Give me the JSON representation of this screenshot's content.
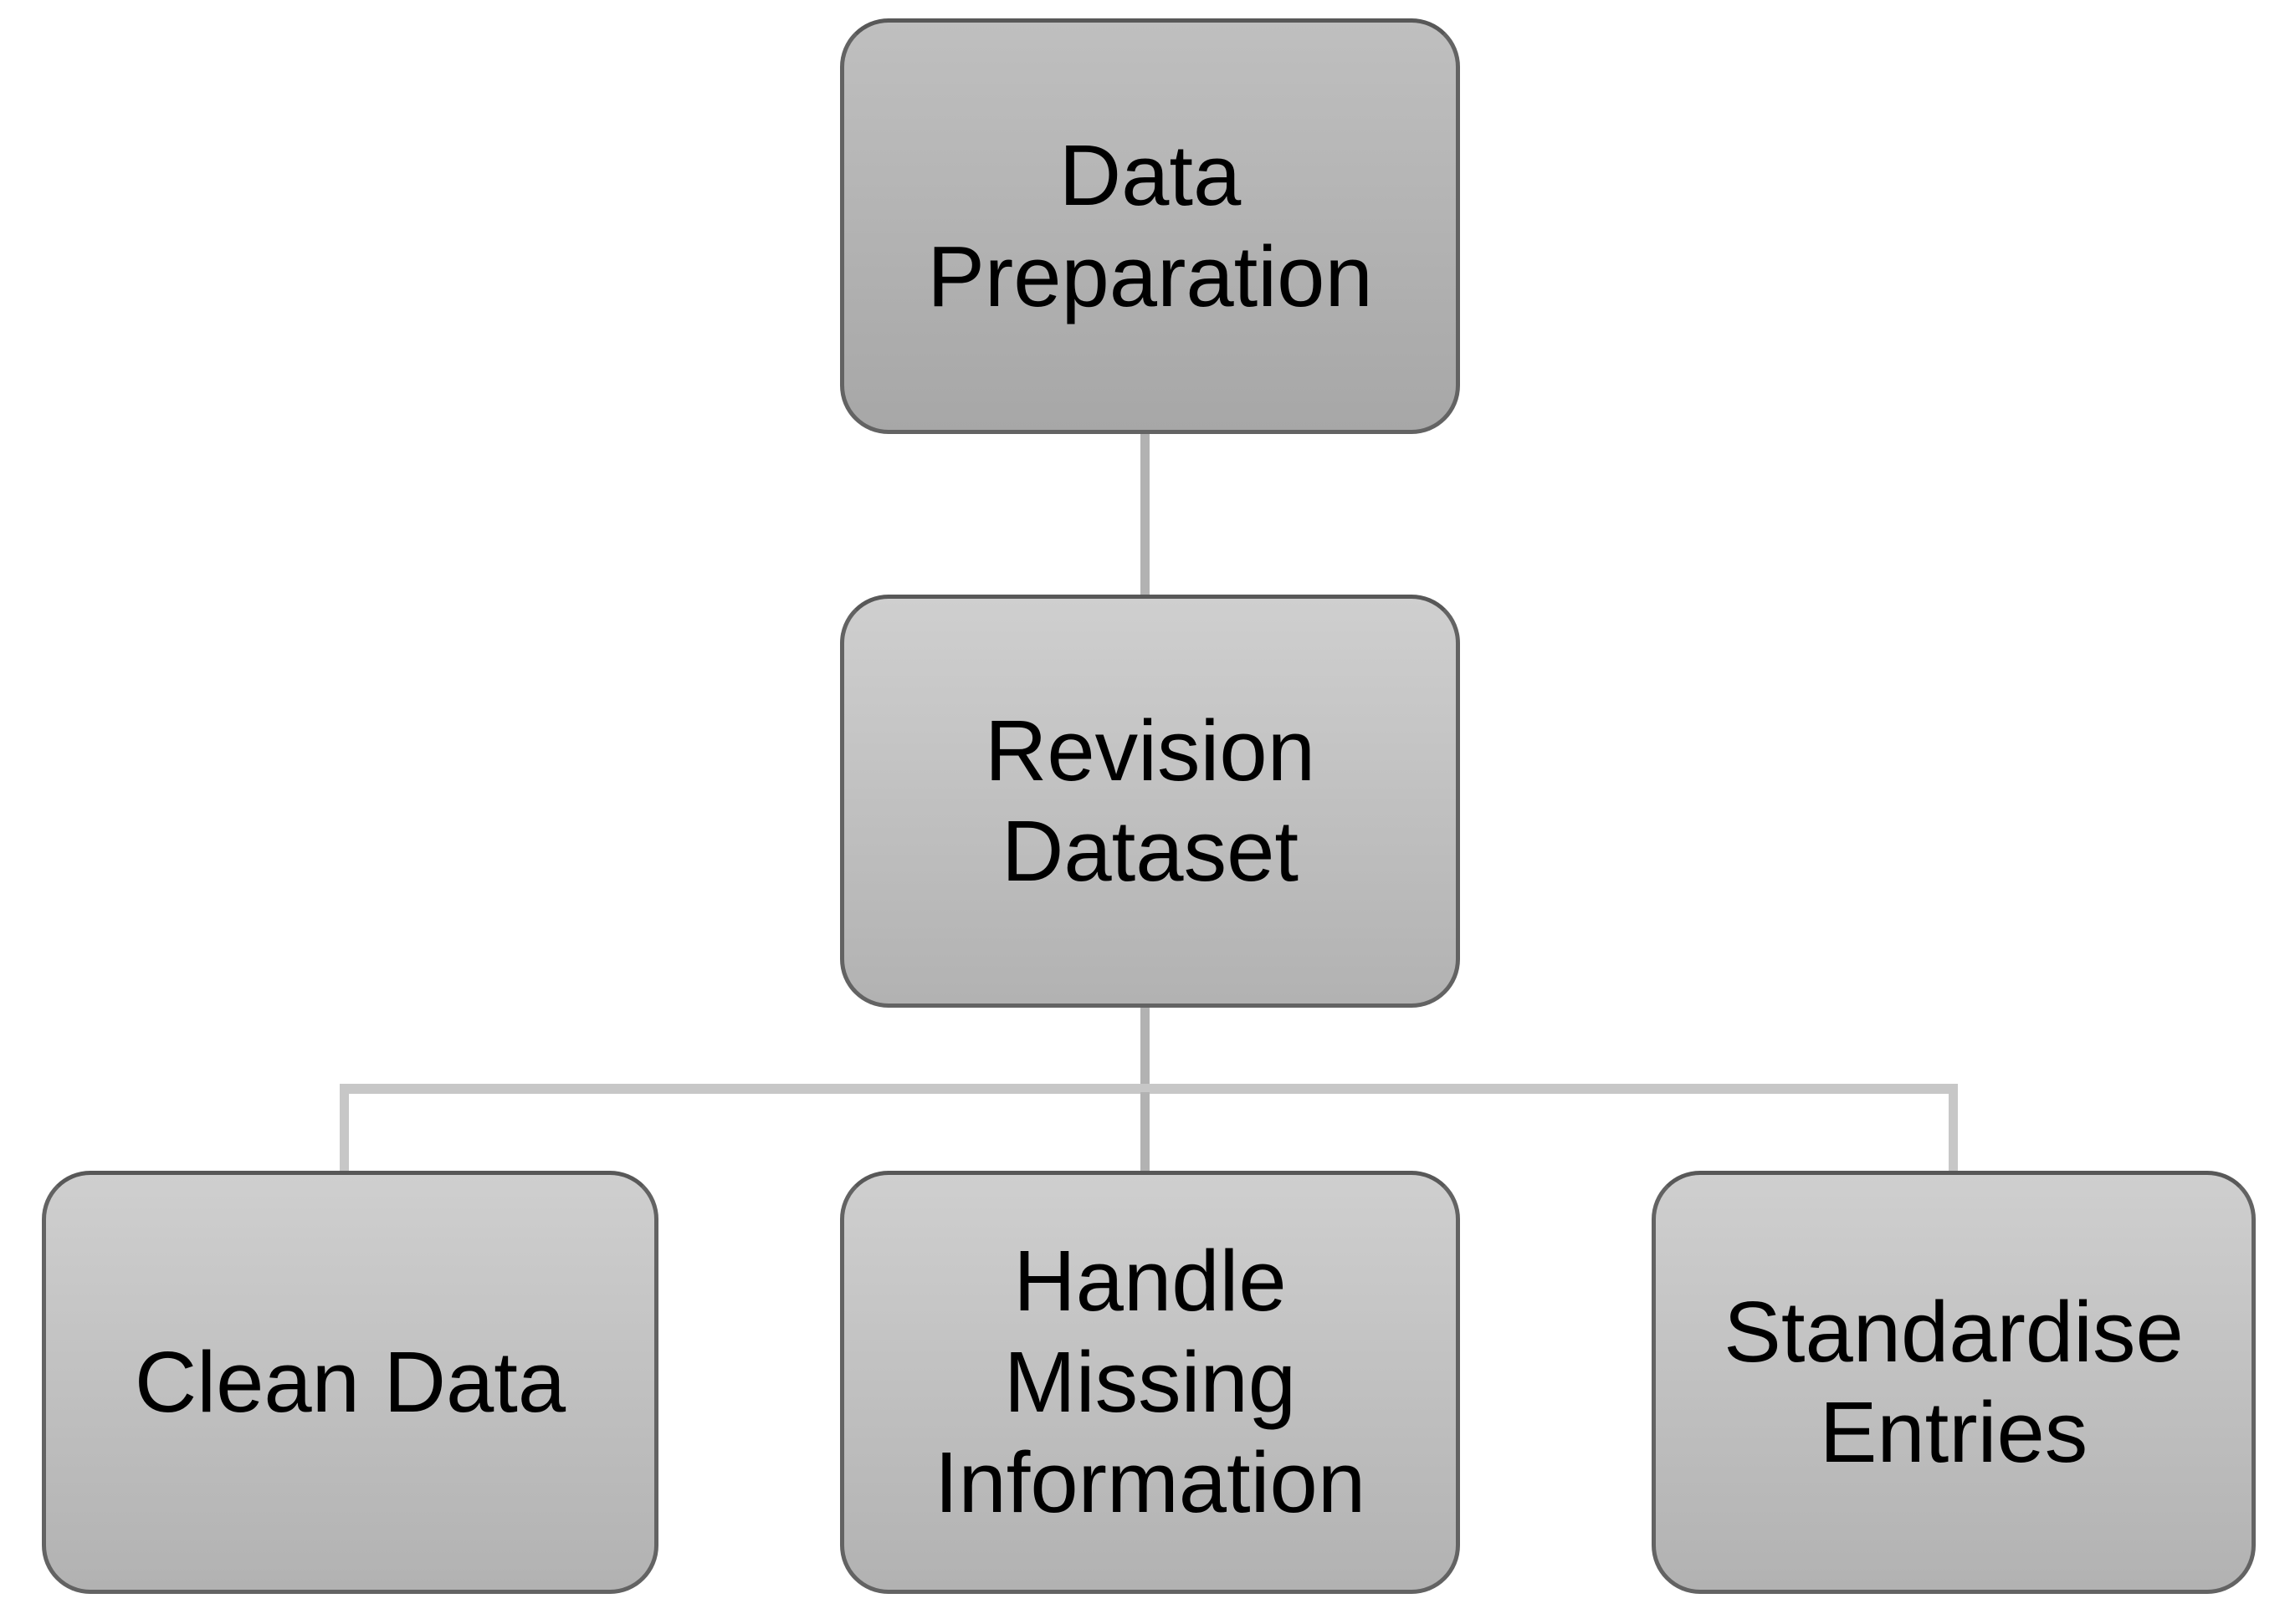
{
  "diagram": {
    "type": "hierarchy",
    "background_color": "#ffffff",
    "text_color": "#000000",
    "border_color": "#636363",
    "connector_stem_color": "#b2b2b2",
    "connector_bus_color": "#c7c7c7",
    "root_fill_top": "#bfbfbf",
    "root_fill_bottom": "#a7a7a7",
    "node_fill_top": "#cfcfcf",
    "node_fill_bottom": "#b2b2b2",
    "nodes": {
      "root": {
        "label": "Data\nPreparation",
        "level": 1
      },
      "child": {
        "label": "Revision\nDataset",
        "level": 2
      },
      "leaf_left": {
        "label": "Clean Data",
        "level": 3
      },
      "leaf_middle": {
        "label": "Handle\nMissing\nInformation",
        "level": 3
      },
      "leaf_right": {
        "label": "Standardise\nEntries",
        "level": 3
      }
    },
    "edges": [
      {
        "from": "Data Preparation",
        "to": "Revision Dataset"
      },
      {
        "from": "Revision Dataset",
        "to": "Clean Data"
      },
      {
        "from": "Revision Dataset",
        "to": "Handle Missing Information"
      },
      {
        "from": "Revision Dataset",
        "to": "Standardise Entries"
      }
    ]
  }
}
